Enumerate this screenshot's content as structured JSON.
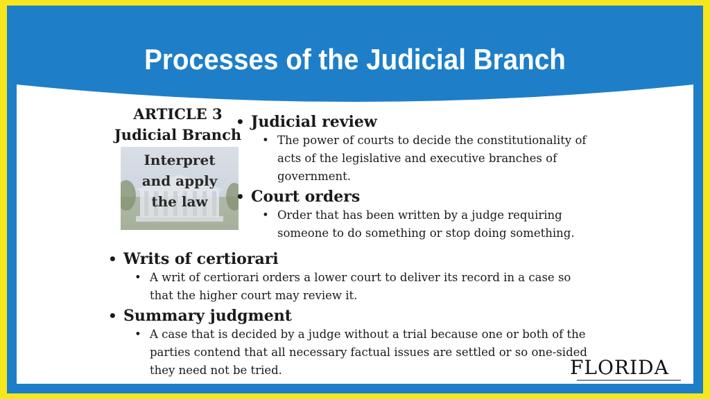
{
  "title": "Processes of the Judicial Branch",
  "article": {
    "line1": "ARTICLE 3",
    "line2": "Judicial Branch",
    "image_text": [
      "Interpret",
      "and apply",
      "the law"
    ]
  },
  "top_list": [
    {
      "heading": "Judicial review",
      "detail": "The power of courts to decide the constitutionality of acts of the legislative and executive branches of government."
    },
    {
      "heading": "Court orders",
      "detail": "Order that has been written by a judge requiring someone to do something or stop doing something."
    }
  ],
  "bottom_list": [
    {
      "heading": "Writs of certiorari",
      "detail": "A writ of certiorari orders a lower court to deliver its record in a case so that the higher court may review it."
    },
    {
      "heading": "Summary judgment",
      "detail": "A case that is decided by a judge without a trial because one or both of the parties contend that all necessary factual issues are settled or so one-sided they need not be tried."
    }
  ],
  "logo": {
    "text": "FLORIDA",
    "icon": "scales-of-justice-icon"
  },
  "colors": {
    "frame": "#f6e61e",
    "banner": "#1e7fc8",
    "text": "#1a1a1a"
  }
}
